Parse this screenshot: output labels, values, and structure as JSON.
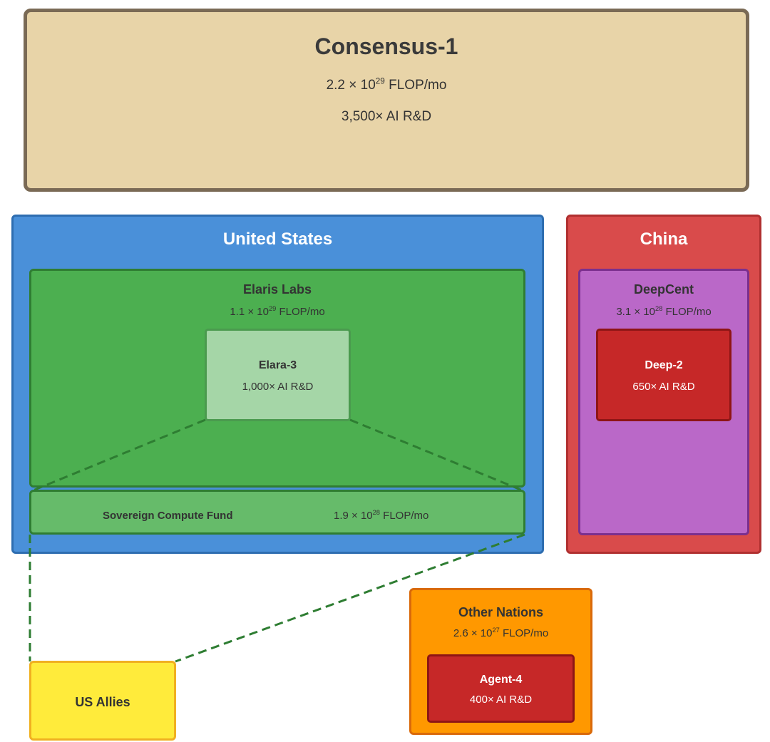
{
  "consensus": {
    "title": "Consensus-1",
    "compute_base": "2.2 × 10",
    "compute_exp": "29",
    "compute_unit": " FLOP/mo",
    "rnd": "3,500× AI R&D"
  },
  "us": {
    "title": "United States",
    "elaris": {
      "title": "Elaris Labs",
      "compute_base": "1.1 × 10",
      "compute_exp": "29",
      "compute_unit": " FLOP/mo"
    },
    "elara": {
      "title": "Elara-3",
      "rnd": "1,000× AI R&D"
    },
    "fund": {
      "title": "Sovereign Compute Fund",
      "compute_base": "1.9 × 10",
      "compute_exp": "28",
      "compute_unit": " FLOP/mo"
    }
  },
  "china": {
    "title": "China",
    "deepcent": {
      "title": "DeepCent",
      "compute_base": "3.1 × 10",
      "compute_exp": "28",
      "compute_unit": " FLOP/mo"
    },
    "deep2": {
      "title": "Deep-2",
      "rnd": "650× AI R&D"
    }
  },
  "others": {
    "title": "Other Nations",
    "compute_base": "2.6 × 10",
    "compute_exp": "27",
    "compute_unit": " FLOP/mo",
    "agent4": {
      "title": "Agent-4",
      "rnd": "400× AI R&D"
    }
  },
  "allies": {
    "title": "US Allies"
  },
  "colors": {
    "consensus": "#e8d4a8",
    "us": "#4a90d9",
    "elaris": "#4caf50",
    "elara": "#a5d6a7",
    "fund": "#66bb6a",
    "china": "#d94b4b",
    "deepcent": "#ba68c8",
    "deep2": "#c62828",
    "others": "#ff9800",
    "agent4": "#c62828",
    "allies": "#ffeb3b",
    "connector": "#2e7d32"
  }
}
